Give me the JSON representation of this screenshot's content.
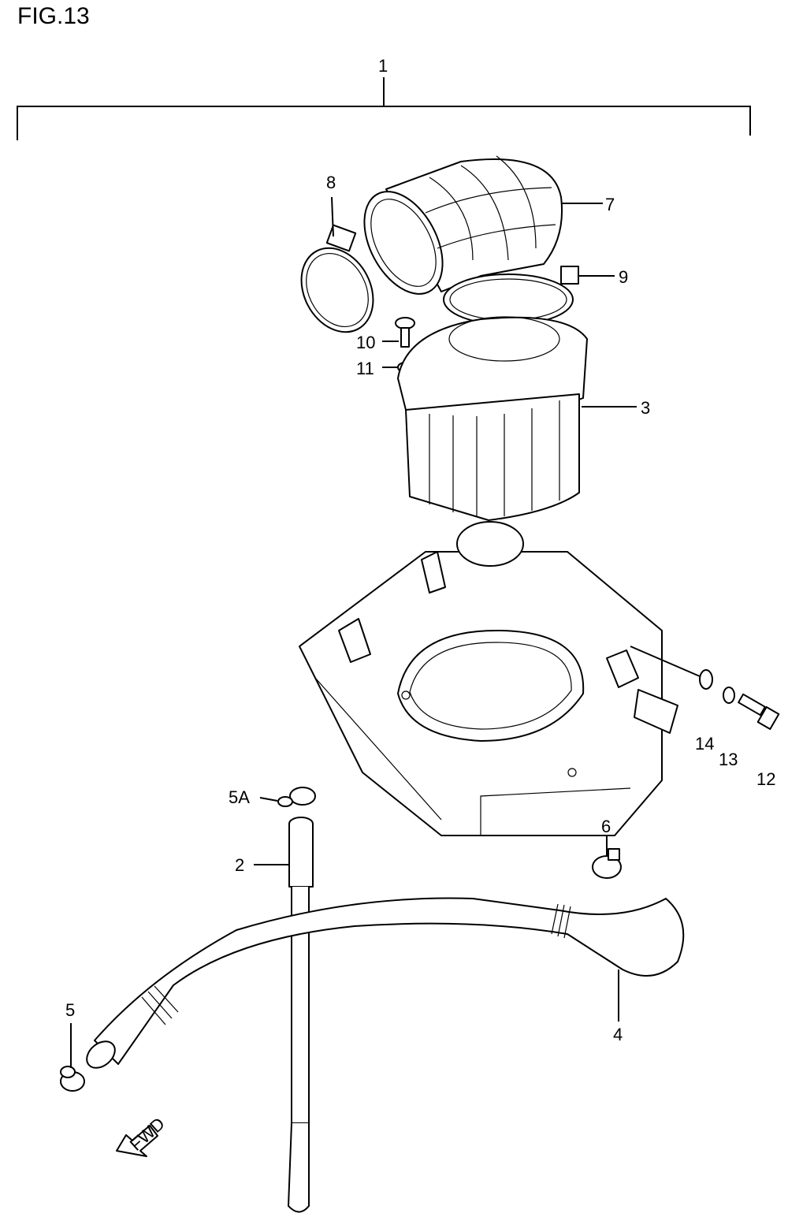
{
  "figure": {
    "title": "FIG.13"
  },
  "callouts": {
    "c1": "1",
    "c2": "2",
    "c3": "3",
    "c4": "4",
    "c5": "5",
    "c5a": "5A",
    "c6": "6",
    "c7": "7",
    "c8": "8",
    "c9": "9",
    "c10": "10",
    "c11": "11",
    "c12": "12",
    "c13": "13",
    "c14": "14"
  },
  "direction_marker": {
    "label": "FWD"
  },
  "colors": {
    "line": "#000000",
    "background": "#ffffff"
  }
}
